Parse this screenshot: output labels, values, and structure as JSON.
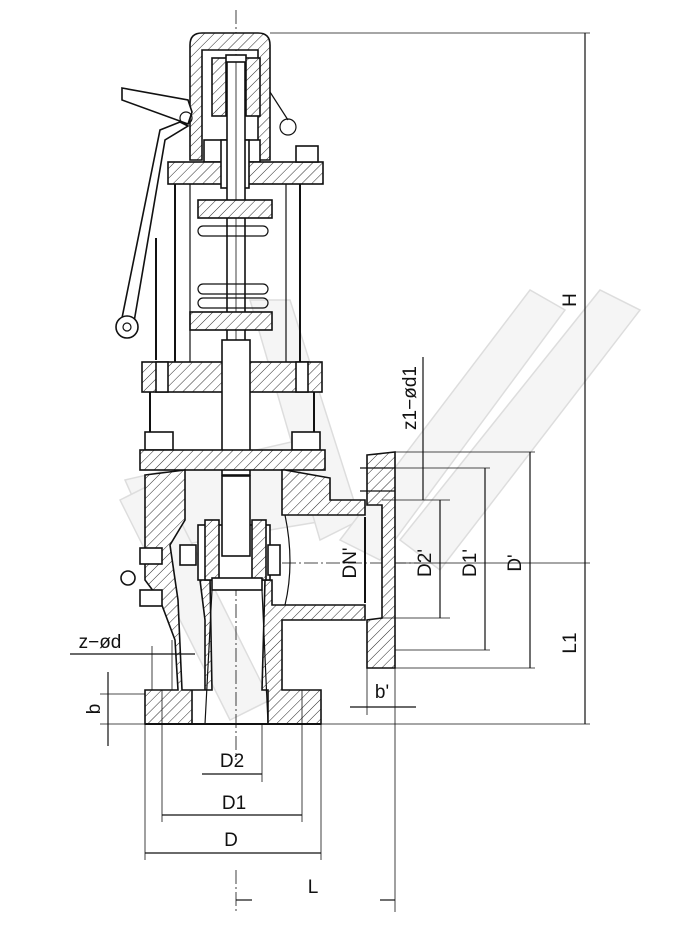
{
  "drawing": {
    "title": "Safety valve sectional drawing",
    "watermark_logo": "ZW"
  },
  "dimensions": {
    "H": "H",
    "L1": "L1",
    "L": "L",
    "D": "D",
    "D1": "D1",
    "D2": "D2",
    "b": "b",
    "z_d": "z−ød",
    "inlet_outlet": {
      "z1_d1": "z1−ød1",
      "DN_prime": "DN'",
      "D2_prime": "D2'",
      "D1_prime": "D1'",
      "D_prime": "D'",
      "b_prime": "b'"
    }
  }
}
